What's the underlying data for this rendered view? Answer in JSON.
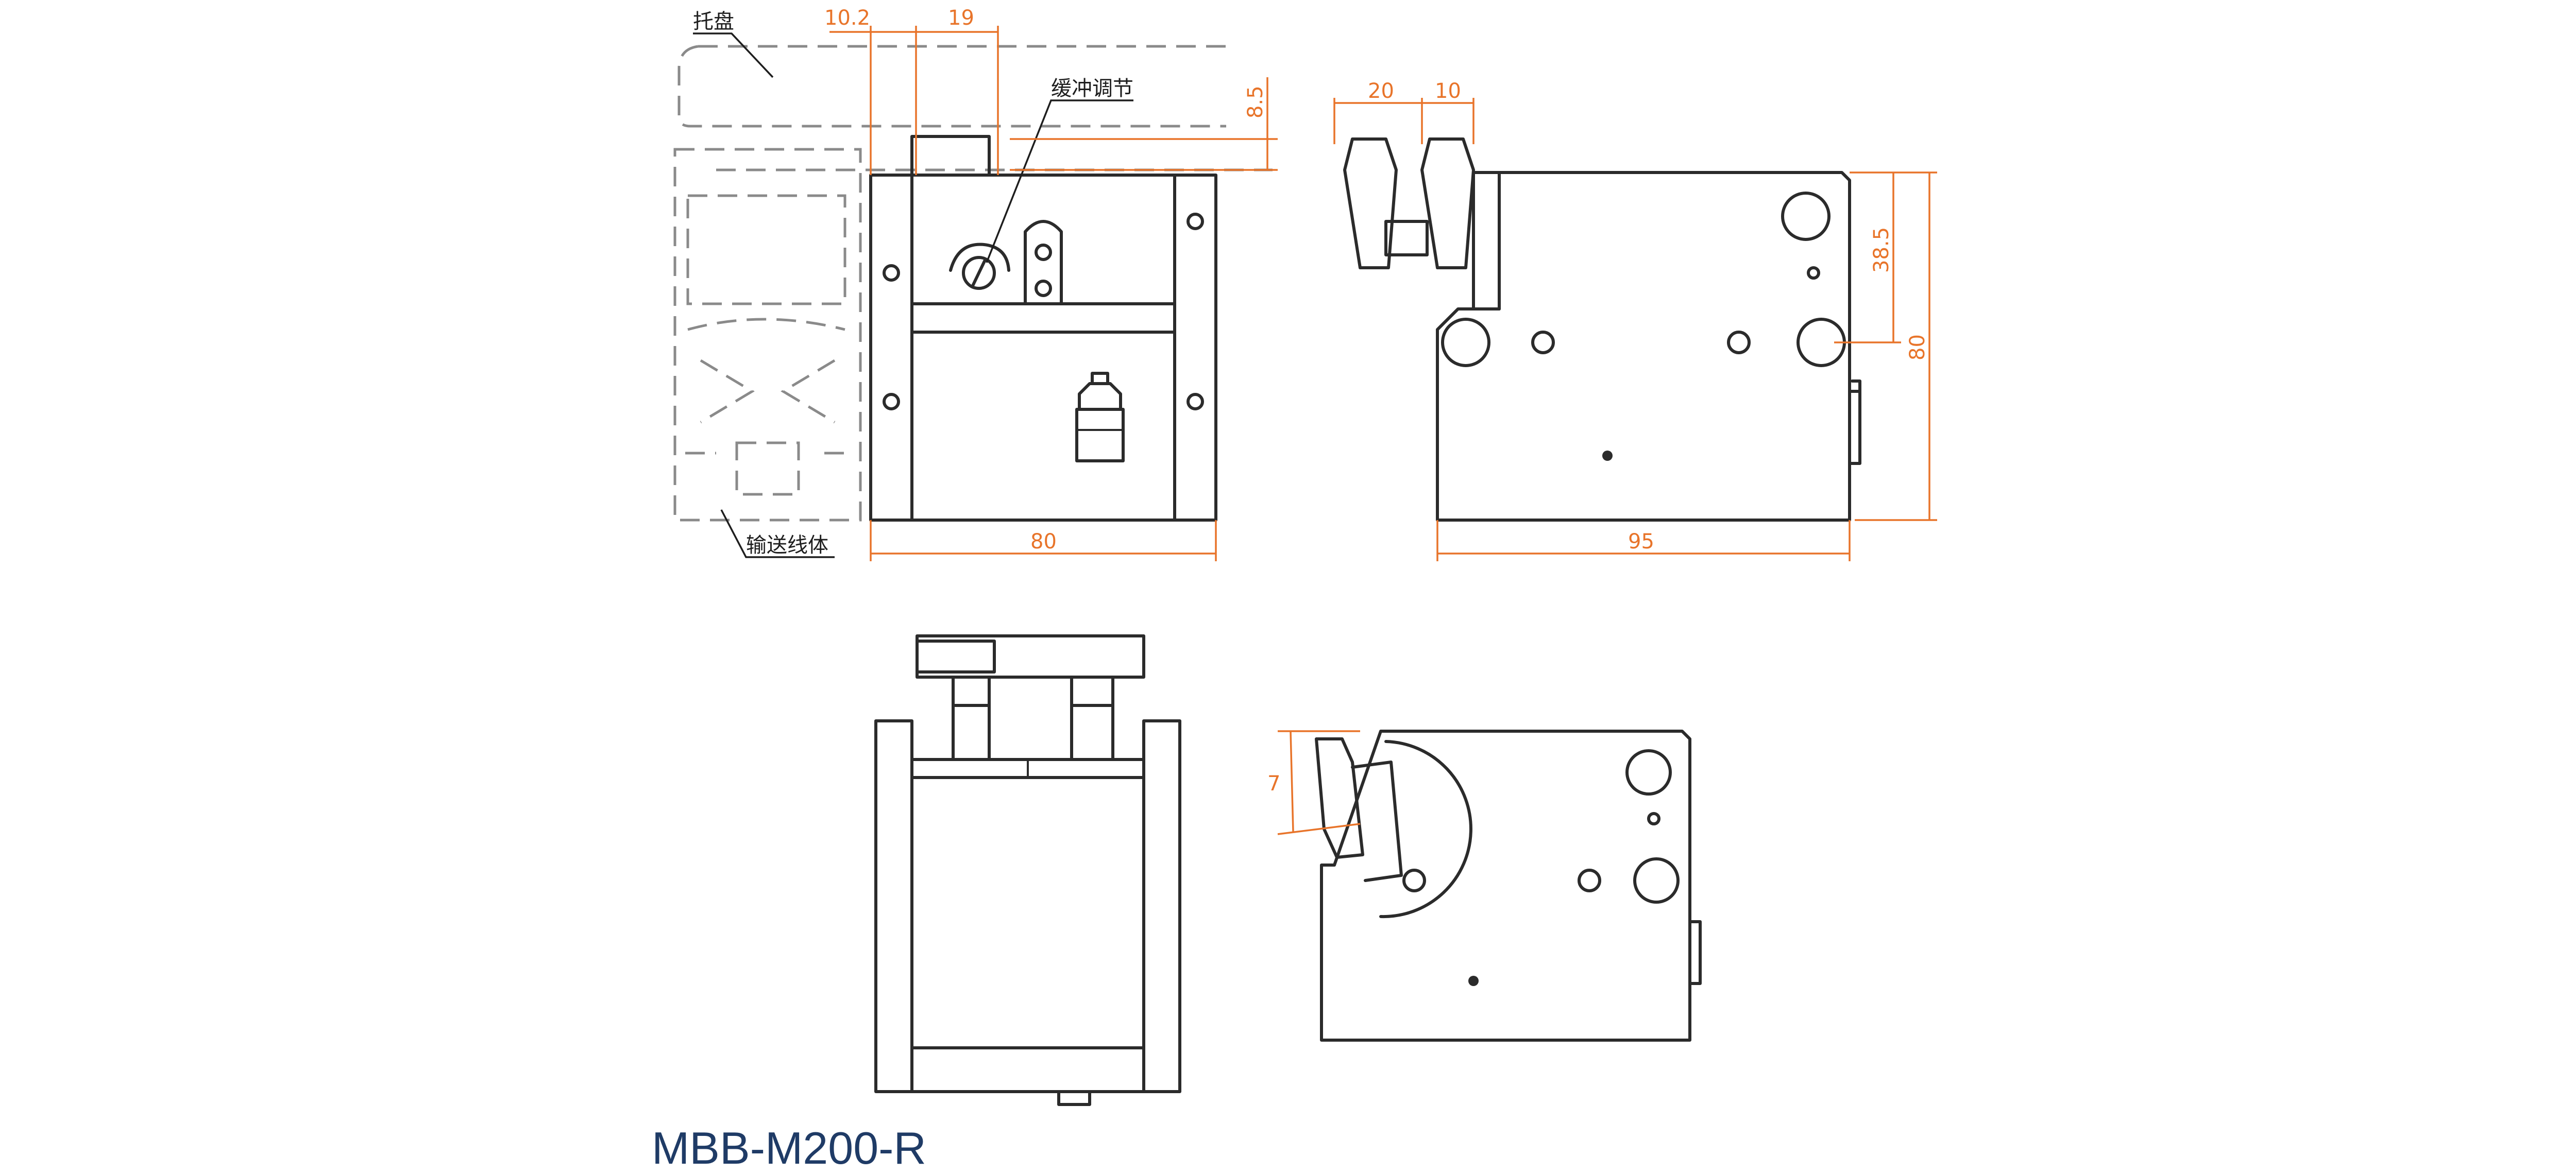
{
  "labels": {
    "tray": "托盘",
    "buffer": "缓冲调节",
    "conveyor": "输送线体"
  },
  "dimensions": {
    "front_top_a": "10.2",
    "front_top_b": "19",
    "front_side": "8.5",
    "front_width": "80",
    "side_top_a": "20",
    "side_top_b": "10",
    "side_right_a": "38.5",
    "side_right_b": "80",
    "side_width": "95",
    "rot_angle": "7"
  },
  "model": "MBB-M200-R",
  "colors": {
    "dimension": "#e8742a",
    "model": "#1f3b66",
    "line": "#2b2b2b",
    "hidden": "#8a8a8a"
  }
}
